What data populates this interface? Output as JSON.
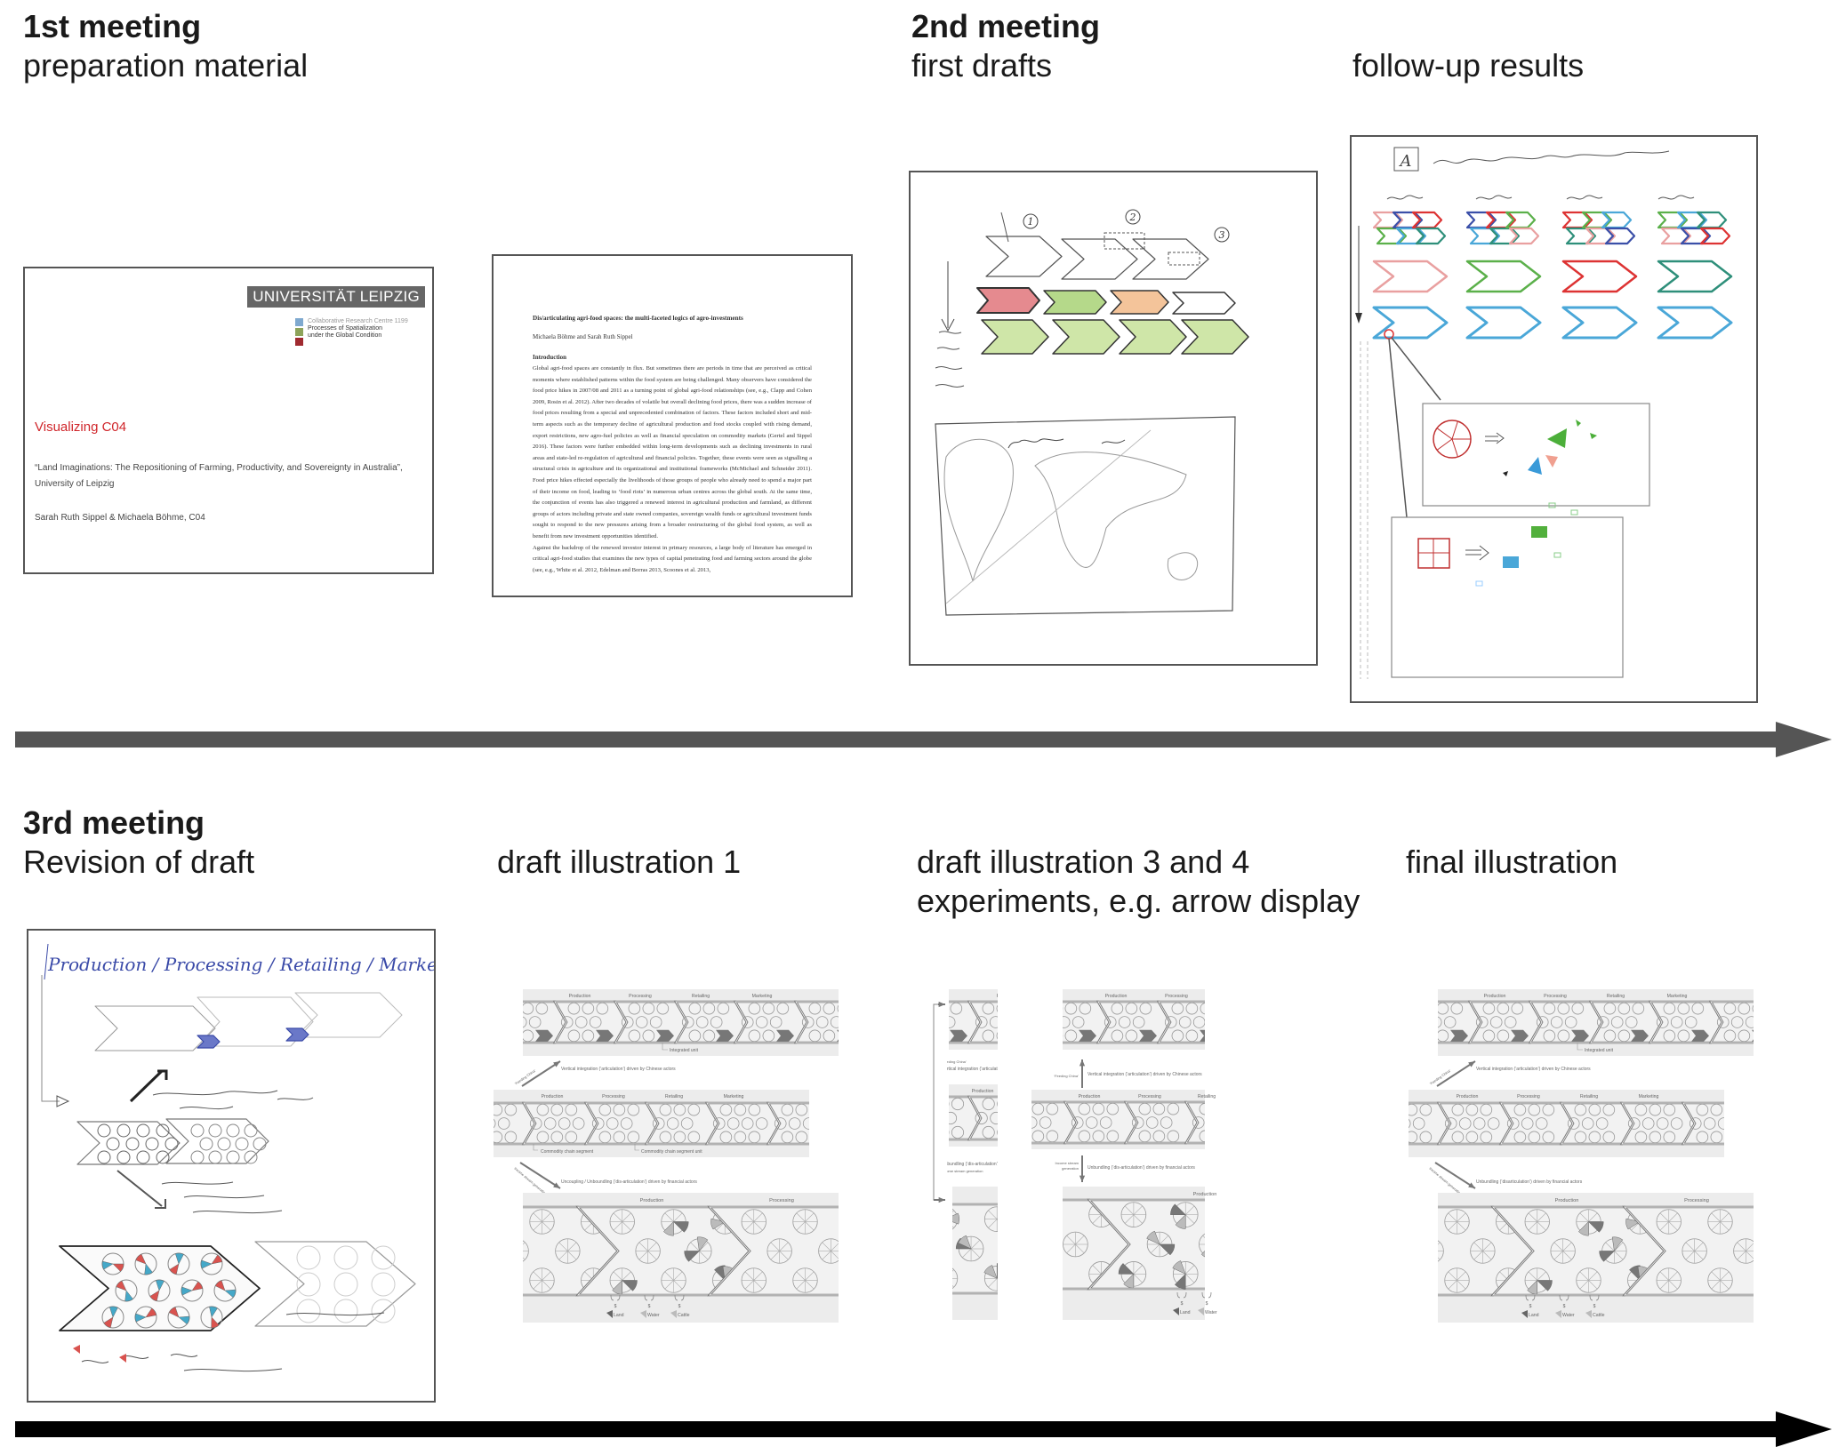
{
  "timeline": {
    "row1": [
      {
        "title": "1st meeting",
        "subtitle": "preparation material"
      },
      {
        "title": "2nd meeting",
        "subtitle": "first drafts"
      },
      {
        "title": "",
        "subtitle": "follow-up results"
      }
    ],
    "row2": [
      {
        "title": "3rd meeting",
        "subtitle": "Revision of draft"
      },
      {
        "title": "",
        "subtitle": "draft illustration 1"
      },
      {
        "title": "",
        "subtitle": "draft illustration 3 and 4",
        "subtitle2": "experiments, e.g. arrow display"
      },
      {
        "title": "",
        "subtitle": "final illustration"
      }
    ],
    "colors": {
      "arrow1": "#555555",
      "arrow2": "#000000"
    }
  },
  "slide": {
    "logo": "UNIVERSITÄT LEIPZIG",
    "crc_line1": "Collaborative Research Centre 1199",
    "crc_line2": "Processes of Spatialization",
    "crc_line3": "under the Global Condition",
    "title": "Visualizing C04",
    "subtitle": "“Land Imaginations: The Repositioning of Farming, Productivity, and Sovereignty in Australia”, University of Leipzig",
    "authors": "Sarah Ruth Sippel & Michaela Böhme, C04",
    "colors": {
      "title": "#d0262b",
      "sq1": "#7fa9cf",
      "sq2": "#8da35a",
      "sq3": "#a02a30"
    }
  },
  "paper": {
    "title": "Dis/articulating agri-food spaces: the multi-faceted logics of agro-investments",
    "authors": "Michaela Böhme and Sarah Ruth Sippel",
    "heading": "Introduction",
    "para1": "Global agri-food spaces are constantly in flux. But sometimes there are periods in time that are perceived as critical moments where established patterns within the food system are being challenged. Many observers have considered the food price hikes in 2007/08 and 2011 as a turning point of global agri-food relationships (see, e.g., Clapp and Cohen 2009, Rosin et al. 2012). After two decades of volatile but overall declining food prices, there was a sudden increase of food prices resulting from a special and unprecedented combination of factors. These factors included short and mid-term aspects such as the temporary decline of agricultural production and food stocks coupled with rising demand, export restrictions, new agro-fuel policies as well as financial speculation on commodity markets (Gertel and Sippel 2016). These factors were further embedded within long-term developments such as declining investments in rural areas and state-led re-regulation of agricultural and financial policies. Together, these events were seen as signalling a structural crisis in agriculture and its organizational and institutional frameworks (McMichael and Schneider 2011). Food price hikes effected especially the livelihoods of those groups of people who already need to spend a major part of their income on food, leading to ‘food riots’ in numerous urban centres across the global south. At the same time, the conjunction of events has also triggered a renewed interest in agricultural production and farmland, as different groups of actors including private and state owned companies, sovereign wealth funds or agricultural investment funds sought to respond to the new pressures arising from a broader restructuring of the global food system, as well as benefit from new investment opportunities identified.",
    "para2": "Against the backdrop of the renewed investor interest in primary resources, a large body of literature has emerged in critical agri-food studies that examines the new types of capital penetrating food and farming sectors around the globe (see, e.g., White et al. 2012, Edelman and Borras 2013, Scoones et al. 2013,"
  },
  "sketches": {
    "draft2_numbers": [
      "1",
      "2",
      "3"
    ],
    "followup_box_letter": "A",
    "revision_header": "Production / Processing / Retailing / Marketing / + further"
  },
  "diagrams": {
    "draft1": {
      "stages": [
        "Production",
        "Processing",
        "Retailing",
        "Marketing"
      ],
      "integrated_unit": "Integrated unit",
      "feeding_china": "‘Feeding China’",
      "vertical_integration": "Vertical integration (‘articulation’) driven by Chinese actors",
      "segment": "Commodity chain segment",
      "segment_unit": "Commodity chain segment unit",
      "income_stream": "Income stream generation",
      "unbundling": "Uncoupling / Unboundling (‘dis-articulation’) driven by financial actors",
      "pie_stages": [
        "Production",
        "Processing"
      ],
      "assets": [
        "Land",
        "Water",
        "Cattle"
      ],
      "currency": "$"
    },
    "draft34": {
      "stages": [
        "Production",
        "Processing",
        "Retailing"
      ],
      "feeding_china": "‘Feeding China’",
      "vertical_integration": "Vertical integration (‘articulation’) driven by Chinese actors",
      "income_stream_1": "Income stream",
      "income_stream_2": "generation",
      "unbundling": "Unbundling (‘dis-articulation’) driven by financial actors",
      "pie_stages": [
        "Production"
      ],
      "assets": [
        "Land",
        "Water"
      ],
      "currency": "$"
    },
    "final": {
      "stages": [
        "Production",
        "Processing",
        "Retailing",
        "Marketing"
      ],
      "integrated_unit": "Integrated unit",
      "feeding_china": "‘Feeding China’",
      "vertical_integration": "Vertical integration (‘articulation’) driven by Chinese actors",
      "income_stream": "Income stream generation",
      "unbundling": "Unbundling (‘disarticulation’) driven by financial actors",
      "pie_stages": [
        "Production",
        "Processing"
      ],
      "assets": [
        "Land",
        "Water",
        "Cattle"
      ],
      "currency": "$"
    }
  }
}
